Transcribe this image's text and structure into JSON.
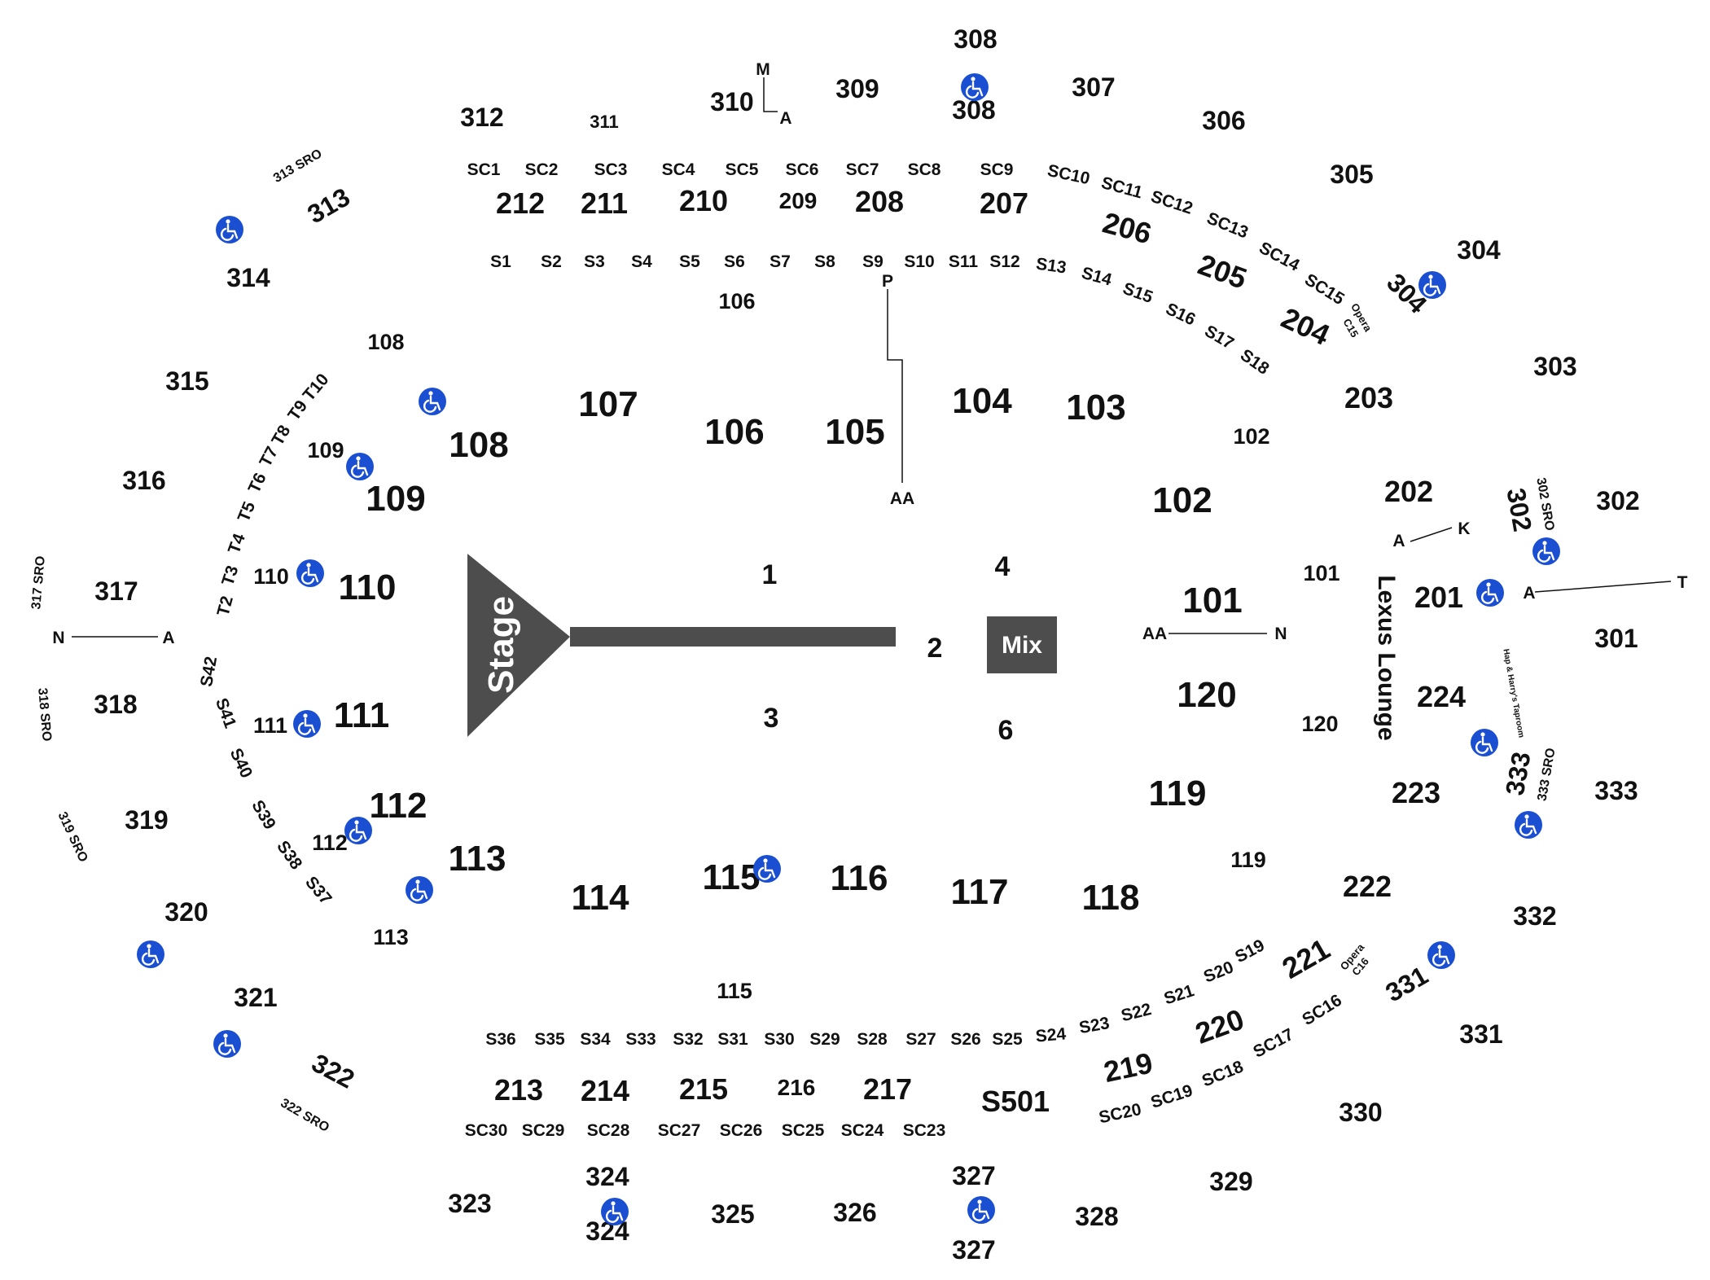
{
  "colors": {
    "stage": "#4d4d4d",
    "mix": "#4d4d4d",
    "accessible": "#1b4fd1",
    "text": "#111111",
    "line": "#111111"
  },
  "stage": {
    "label": "Stage",
    "icon": "stage-runway"
  },
  "mix": {
    "label": "Mix"
  },
  "floor": {
    "s1": "1",
    "s2": "2",
    "s3": "3",
    "s4": "4",
    "s6": "6"
  },
  "lounge": {
    "name": "Lexus Lounge"
  },
  "taproom": {
    "name": "Hap & Harry's Taproom"
  },
  "labels_100": [
    "101",
    "102",
    "103",
    "104",
    "105",
    "106",
    "107",
    "108",
    "109",
    "110",
    "111",
    "112",
    "113",
    "114",
    "115",
    "116",
    "117",
    "118",
    "119",
    "120"
  ],
  "labels_100_small": [
    "106",
    "108",
    "109",
    "110",
    "111",
    "112",
    "113",
    "115",
    "102",
    "101",
    "120",
    "119"
  ],
  "labels_200": [
    "201",
    "202",
    "203",
    "204",
    "205",
    "206",
    "207",
    "208",
    "209",
    "210",
    "211",
    "212",
    "213",
    "214",
    "215",
    "216",
    "217",
    "219",
    "220",
    "221",
    "222",
    "223",
    "224",
    "S501"
  ],
  "labels_300": [
    "301",
    "302",
    "303",
    "304",
    "305",
    "306",
    "307",
    "308",
    "308",
    "309",
    "310",
    "311",
    "312",
    "313",
    "314",
    "315",
    "316",
    "317",
    "318",
    "319",
    "320",
    "321",
    "322",
    "323",
    "324",
    "324",
    "325",
    "326",
    "327",
    "327",
    "328",
    "329",
    "330",
    "331",
    "331",
    "332",
    "333",
    "333",
    "302",
    "304"
  ],
  "sro": [
    "313 SRO",
    "317 SRO",
    "318 SRO",
    "319 SRO",
    "322 SRO",
    "302 SRO",
    "333 SRO"
  ],
  "suites_top_sc": [
    "SC1",
    "SC2",
    "SC3",
    "SC4",
    "SC5",
    "SC6",
    "SC7",
    "SC8",
    "SC9",
    "SC10",
    "SC11",
    "SC12",
    "SC13",
    "SC14",
    "SC15"
  ],
  "suites_top_s": [
    "S1",
    "S2",
    "S3",
    "S4",
    "S5",
    "S6",
    "S7",
    "S8",
    "S9",
    "S10",
    "S11",
    "S12",
    "S13",
    "S14",
    "S15",
    "S16",
    "S17",
    "S18"
  ],
  "suites_bottom_s": [
    "S36",
    "S35",
    "S34",
    "S33",
    "S32",
    "S31",
    "S30",
    "S29",
    "S28",
    "S27",
    "S26",
    "S25",
    "S24",
    "S23",
    "S22",
    "S21",
    "S20",
    "S19"
  ],
  "suites_bottom_sc": [
    "SC30",
    "SC29",
    "SC28",
    "SC27",
    "SC26",
    "SC25",
    "SC24",
    "SC23",
    "SC20",
    "SC19",
    "SC18",
    "SC17",
    "SC16"
  ],
  "suites_t": [
    "T2",
    "T3",
    "T4",
    "T5",
    "T6",
    "T7",
    "T8",
    "T9",
    "T10"
  ],
  "suites_s_left": [
    "S42",
    "S41",
    "S40",
    "S39",
    "S38",
    "S37"
  ],
  "opera": [
    "Opera",
    "C15",
    "Opera",
    "C16"
  ],
  "row_markers": [
    "M",
    "A",
    "P",
    "AA",
    "AA",
    "N",
    "N",
    "A",
    "A",
    "K",
    "A",
    "T"
  ]
}
